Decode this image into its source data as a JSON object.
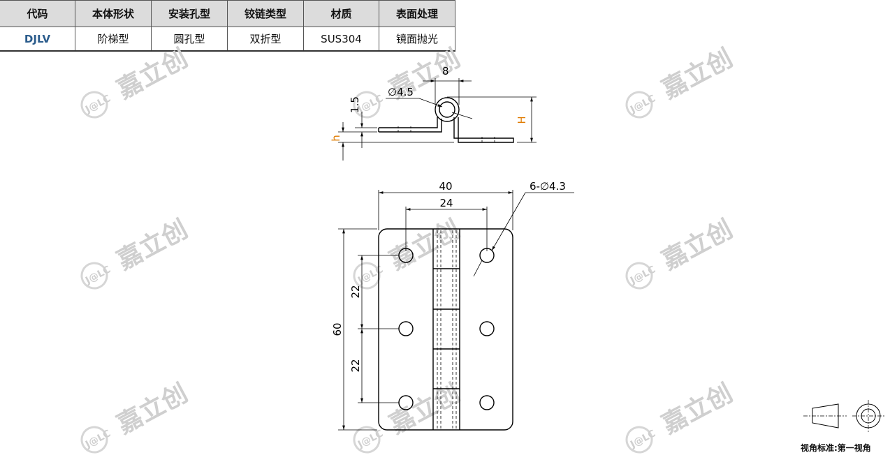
{
  "table": {
    "headers": [
      "代码",
      "本体形状",
      "安装孔型",
      "铰链类型",
      "材质",
      "表面处理"
    ],
    "row": [
      "DJLV",
      "阶梯型",
      "圆孔型",
      "双折型",
      "SUS304",
      "镜面抛光"
    ]
  },
  "dims": {
    "top_width": "8",
    "hole_dia": "∅4.5",
    "thickness": "1.5",
    "step_h": "h",
    "height_H": "H",
    "width_outer": "40",
    "width_holes": "24",
    "hole_count_dia": "6-∅4.3",
    "pitch_1": "22",
    "pitch_2": "22",
    "length": "60"
  },
  "watermark": {
    "logo_text": "J@LC",
    "name": "嘉立创"
  },
  "projection": {
    "label": "视角标准:第一视角"
  },
  "colors": {
    "accent": "#e07b00",
    "code": "#2b5c8c",
    "watermark": "#cccccc"
  }
}
